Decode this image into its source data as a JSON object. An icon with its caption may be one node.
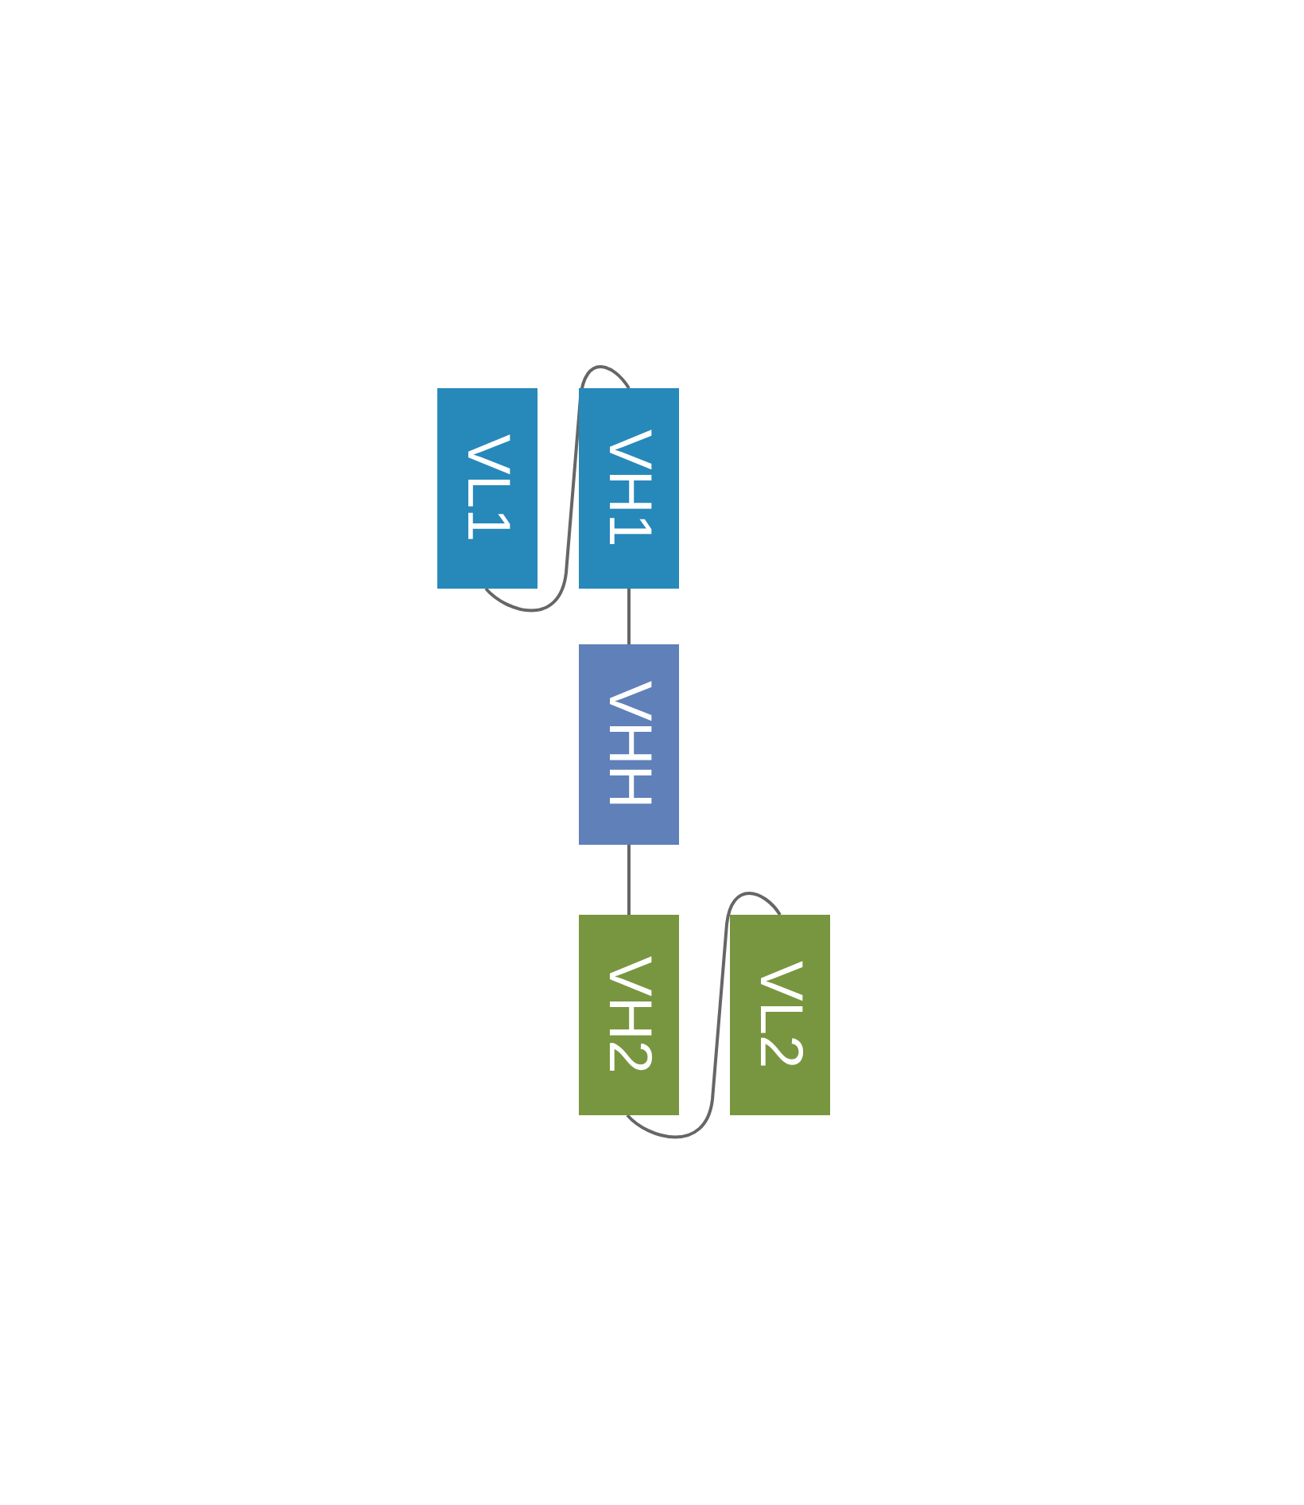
{
  "diagram": {
    "nodes": [
      {
        "text": [
          "VL1"
        ]
      },
      {
        "text": [
          "VH1"
        ]
      },
      {
        "text": [
          "VHH"
        ]
      },
      {
        "text": [
          "VH2"
        ]
      },
      {
        "text": [
          "VL2"
        ]
      }
    ],
    "edges": [
      {
        "from": 0,
        "to": 1,
        "arrow": "none"
      },
      {
        "from": 1,
        "to": 2,
        "arrow": "none"
      },
      {
        "from": 2,
        "to": 3,
        "arrow": "none"
      },
      {
        "from": 3,
        "to": 4,
        "arrow": "none"
      }
    ]
  }
}
